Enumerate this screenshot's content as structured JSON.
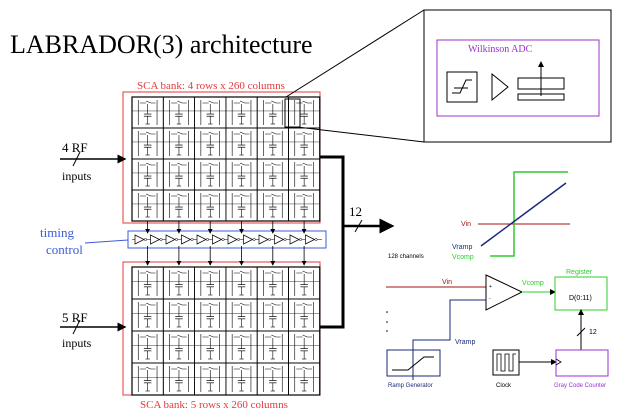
{
  "title": "LABRADOR(3) architecture",
  "sca_top_label": "SCA bank: 4 rows x 260 columns",
  "sca_bottom_label": "SCA bank: 5 rows x 260 columns",
  "rf_top": "4 RF",
  "rf_top_sub": "inputs",
  "rf_bottom": "5 RF",
  "rf_bottom_sub": "inputs",
  "timing_1": "timing",
  "timing_2": "control",
  "bus_width": "12",
  "wilkinson_label": "Wilkinson ADC",
  "vin": "Vin",
  "vramp": "Vramp",
  "vcomp": "Vcomp",
  "channels": "128 channels",
  "vin2": "Vin",
  "vcomp2": "Vcomp",
  "vramp2": "Vramp",
  "register": "Register",
  "register_bits": "D(0:11)",
  "gray_width": "12",
  "ramp_gen": "Ramp Generator",
  "clock": "Clock",
  "gray_counter": "Gray Code Counter",
  "colors": {
    "red": "#e33a3a",
    "blue": "#3a5cd8",
    "green": "#2ecc2e",
    "purple": "#9b30d0",
    "darkred": "#a01010",
    "navy": "#1a2a7a"
  }
}
